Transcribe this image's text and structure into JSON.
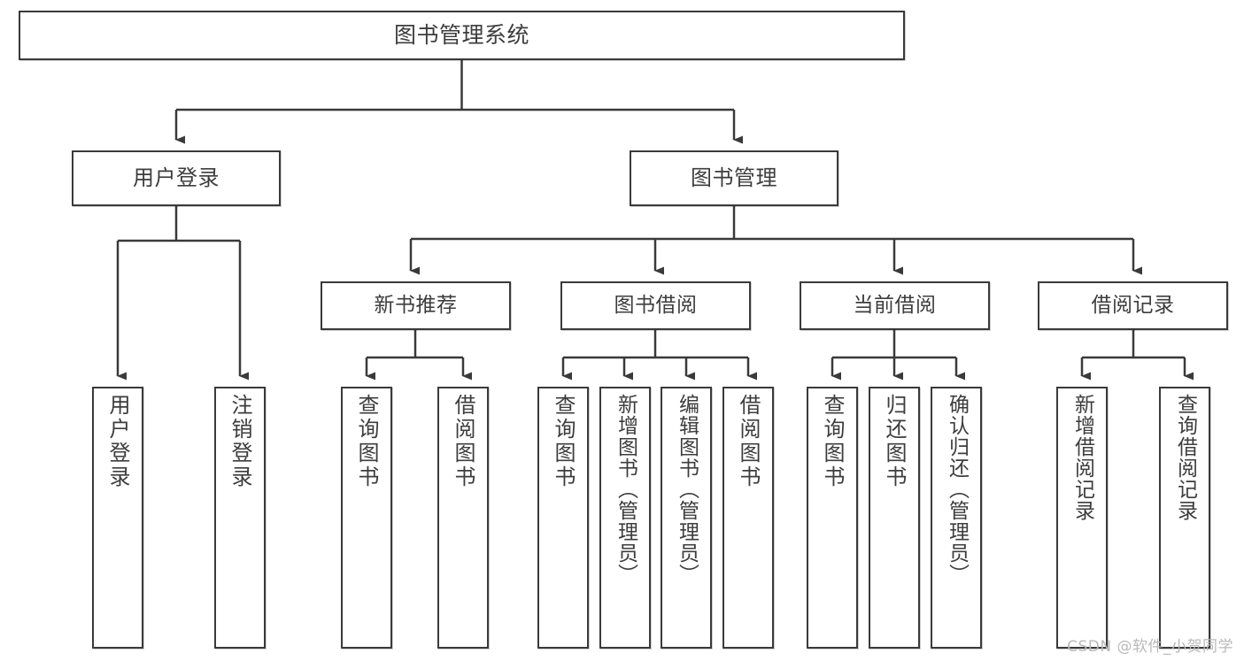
{
  "diagram": {
    "title": "图书管理系统",
    "type": "hierarchical-tree",
    "watermark": "CSDN @软件_小贺同学",
    "colors": {
      "stroke": "#3a3a3a",
      "text": "#3d3d3d",
      "background": "#ffffff",
      "watermark": "#b9b9b9"
    },
    "nodes": {
      "root": {
        "label": "图书管理系统"
      },
      "level2": [
        {
          "label": "用户登录"
        },
        {
          "label": "图书管理"
        }
      ],
      "level3": [
        {
          "label": "新书推荐"
        },
        {
          "label": "图书借阅"
        },
        {
          "label": "当前借阅"
        },
        {
          "label": "借阅记录"
        }
      ],
      "leaves": [
        {
          "label": "用户登录",
          "parent": "用户登录"
        },
        {
          "label": "注销登录",
          "parent": "用户登录"
        },
        {
          "label": "查询图书",
          "parent": "新书推荐"
        },
        {
          "label": "借阅图书",
          "parent": "新书推荐"
        },
        {
          "label": "查询图书",
          "parent": "图书借阅"
        },
        {
          "label": "新增图书（管理员）",
          "parent": "图书借阅"
        },
        {
          "label": "编辑图书（管理员）",
          "parent": "图书借阅"
        },
        {
          "label": "借阅图书",
          "parent": "图书借阅"
        },
        {
          "label": "查询图书",
          "parent": "当前借阅"
        },
        {
          "label": "归还图书",
          "parent": "当前借阅"
        },
        {
          "label": "确认归还（管理员）",
          "parent": "当前借阅"
        },
        {
          "label": "新增借阅记录",
          "parent": "借阅记录"
        },
        {
          "label": "查询借阅记录",
          "parent": "借阅记录"
        }
      ]
    }
  }
}
